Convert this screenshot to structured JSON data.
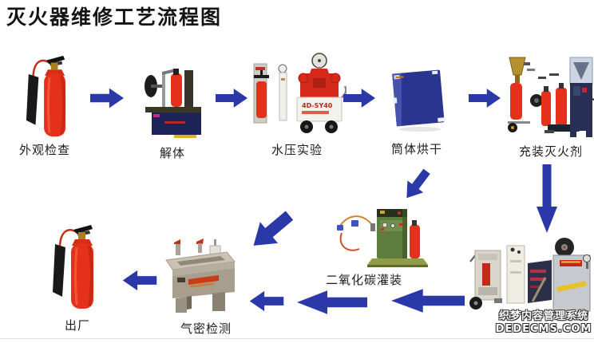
{
  "page": {
    "title": "灭火器维修工艺流程图"
  },
  "flow": {
    "steps": [
      {
        "id": "appearance-inspection",
        "label": "外观检查"
      },
      {
        "id": "disassembly",
        "label": "解体"
      },
      {
        "id": "hydraulic-test",
        "label": "水压实验"
      },
      {
        "id": "cylinder-drying",
        "label": "筒体烘干"
      },
      {
        "id": "agent-filling",
        "label": "充装灭火剂"
      },
      {
        "id": "co2-filling",
        "label": "二氧化碳灌装"
      },
      {
        "id": "leak-test",
        "label": "气密检测"
      },
      {
        "id": "factory-release",
        "label": "出厂"
      }
    ],
    "machine_markings": {
      "hydraulic_tester_model": "4D-SY40"
    }
  },
  "watermark": {
    "line1": "织梦内容管理系统",
    "line2": "DEDECMS.COM"
  },
  "colors": {
    "arrow_blue": "#2a38a8",
    "title_text": "#141414",
    "label_text": "#1c1c1c",
    "extinguisher_red": "#e5301b",
    "drying_oven_blue": "#2a3590",
    "co2_cabinet_green": "#5d7d3e"
  }
}
